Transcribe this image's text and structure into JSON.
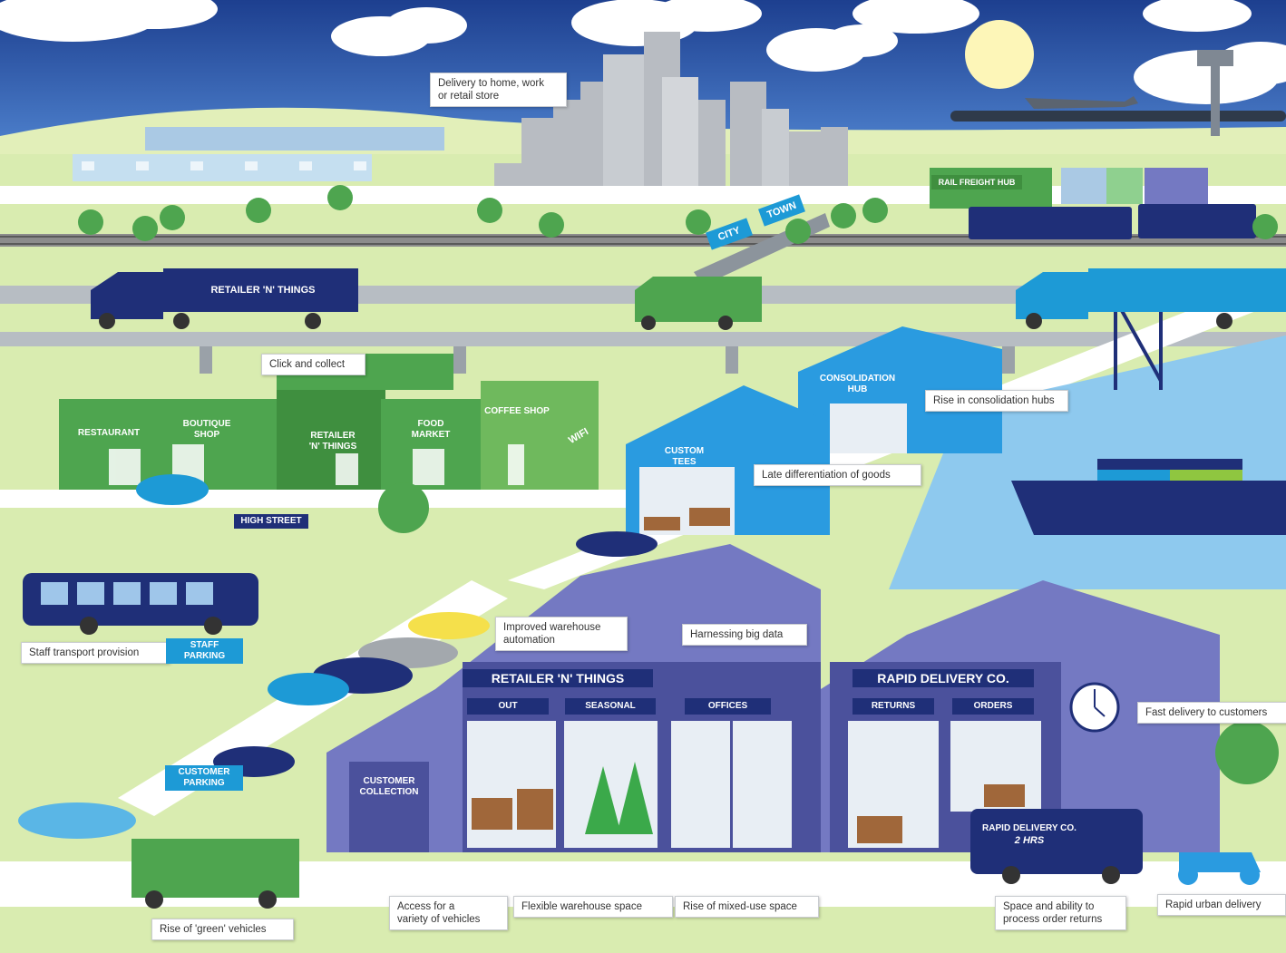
{
  "callouts": {
    "delivery_home": "Delivery to home, work\nor retail store",
    "click_collect": "Click and collect",
    "consolidation_hubs": "Rise in consolidation hubs",
    "late_differentiation": "Late differentiation of goods",
    "warehouse_automation": "Improved warehouse\nautomation",
    "big_data": "Harnessing big data",
    "fast_delivery": "Fast delivery to customers",
    "staff_transport": "Staff transport provision",
    "access_vehicles": "Access for a\nvariety of vehicles",
    "flexible_space": "Flexible warehouse space",
    "mixed_use": "Rise of mixed-use space",
    "order_returns": "Space and ability to\nprocess order returns",
    "urban_delivery": "Rapid urban delivery",
    "green_vehicles": "Rise of 'green' vehicles"
  },
  "signs": {
    "rail_freight_hub": "RAIL FREIGHT HUB",
    "city": "CITY",
    "town": "TOWN",
    "truck_retailer": "RETAILER 'N' THINGS",
    "consolidation_hub": "CONSOLIDATION\nHUB",
    "custom_tees": "CUSTOM\nTEES",
    "restaurant": "RESTAURANT",
    "boutique_shop": "BOUTIQUE\nSHOP",
    "retailer_shop": "RETAILER\n'N' THINGS",
    "food_market": "FOOD\nMARKET",
    "coffee_shop": "COFFEE SHOP",
    "wifi": "WIFI",
    "high_street": "HIGH STREET",
    "staff_parking": "STAFF\nPARKING",
    "customer_parking": "CUSTOMER\nPARKING",
    "warehouse_retailer": "RETAILER 'N' THINGS",
    "out": "OUT",
    "seasonal": "SEASONAL",
    "offices": "OFFICES",
    "customer_collection": "CUSTOMER\nCOLLECTION",
    "rapid_delivery": "RAPID DELIVERY CO.",
    "returns": "RETURNS",
    "orders": "ORDERS",
    "van_company": "RAPID DELIVERY CO.",
    "van_time": "2 HRS"
  },
  "colors": {
    "sky": "#2f5fb4",
    "grass": "#d9ecb0",
    "road": "#c9cfd4",
    "navy": "#1f2f78",
    "warehouse": "#7479c2",
    "green_shop": "#4ea54f",
    "hub_blue": "#2a9be0",
    "water": "#8ec9ee"
  }
}
